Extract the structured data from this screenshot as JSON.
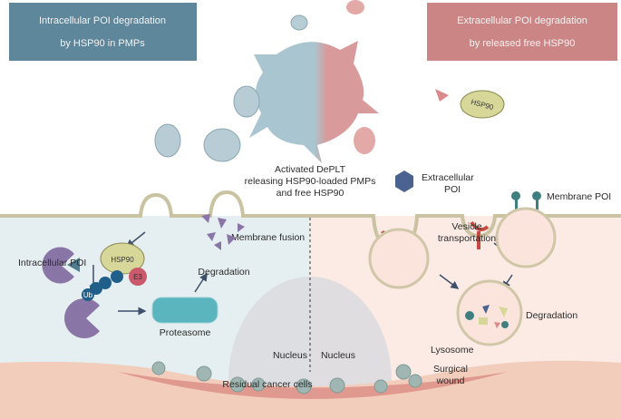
{
  "headers": {
    "left_line1": "Intracellular POI degradation",
    "left_line2": "by HSP90 in PMPs",
    "right_line1": "Extracellular POI degradation",
    "right_line2": "by released free HSP90"
  },
  "labels": {
    "deplt_line1": "Activated DePLT",
    "deplt_line2": "releasing HSP90-loaded PMPs",
    "deplt_line3": "and free HSP90",
    "hsp90": "HSP90",
    "hsp90_intracellular": "HSP90",
    "e3": "E3",
    "ub": "Ub",
    "extracellular_poi_1": "Extracellular",
    "extracellular_poi_2": "POI",
    "membrane_poi": "Membrane POI",
    "membrane_fusion": "Membrane fusion",
    "intracellular_poi": "Intracellular POI",
    "degradation_left": "Degradation",
    "proteasome": "Proteasome",
    "vesicle_1": "Vesicle",
    "vesicle_2": "transportation",
    "degradation_right": "Degradation",
    "lysosome": "Lysosome",
    "nucleus_left": "Nucleus",
    "nucleus_right": "Nucleus",
    "residual": "Residual cancer cells",
    "wound_1": "Surgical",
    "wound_2": "wound"
  },
  "colors": {
    "left_header": "#5e879b",
    "right_header": "#cc8585",
    "hsp90": "#d8d79a",
    "poi_purple": "#8a76a6",
    "ub_blue": "#1f5f8a",
    "receptor_red": "#c8493f",
    "membrane_poi_teal": "#3f7f80"
  }
}
